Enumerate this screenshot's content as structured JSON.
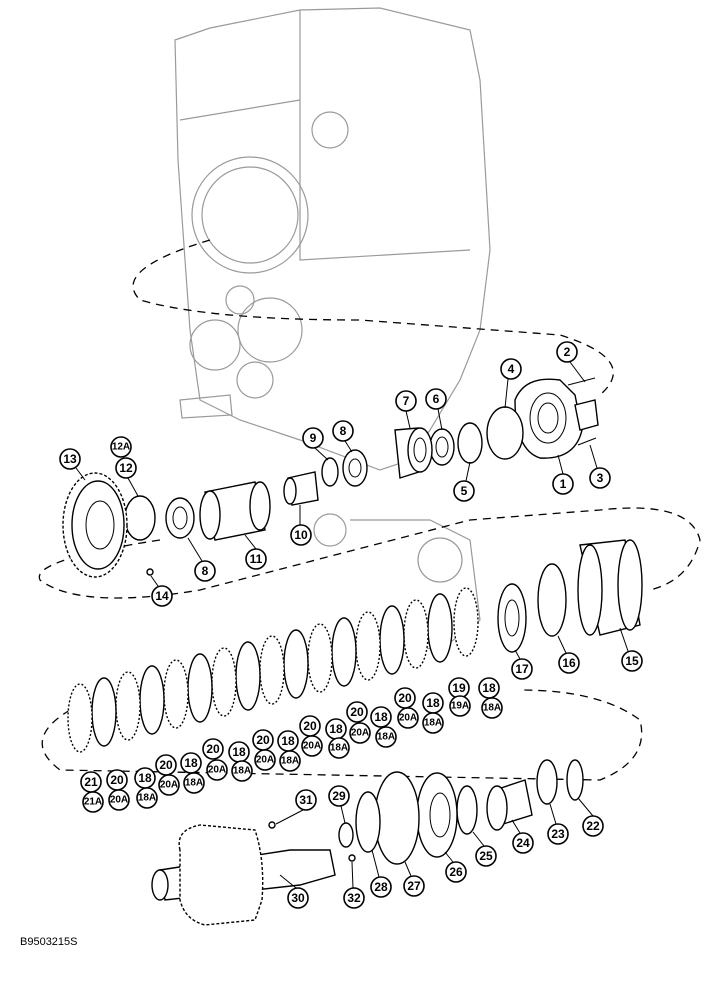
{
  "figure_ref": "B9503215S",
  "callouts": [
    "1",
    "2",
    "3",
    "4",
    "5",
    "6",
    "7",
    "8",
    "9",
    "10",
    "11",
    "12",
    "12A",
    "13",
    "14",
    "15",
    "16",
    "17",
    "18",
    "18A",
    "19",
    "19A",
    "20",
    "20A",
    "21",
    "21A",
    "22",
    "23",
    "24",
    "25",
    "26",
    "27",
    "28",
    "29",
    "30",
    "31",
    "32"
  ]
}
